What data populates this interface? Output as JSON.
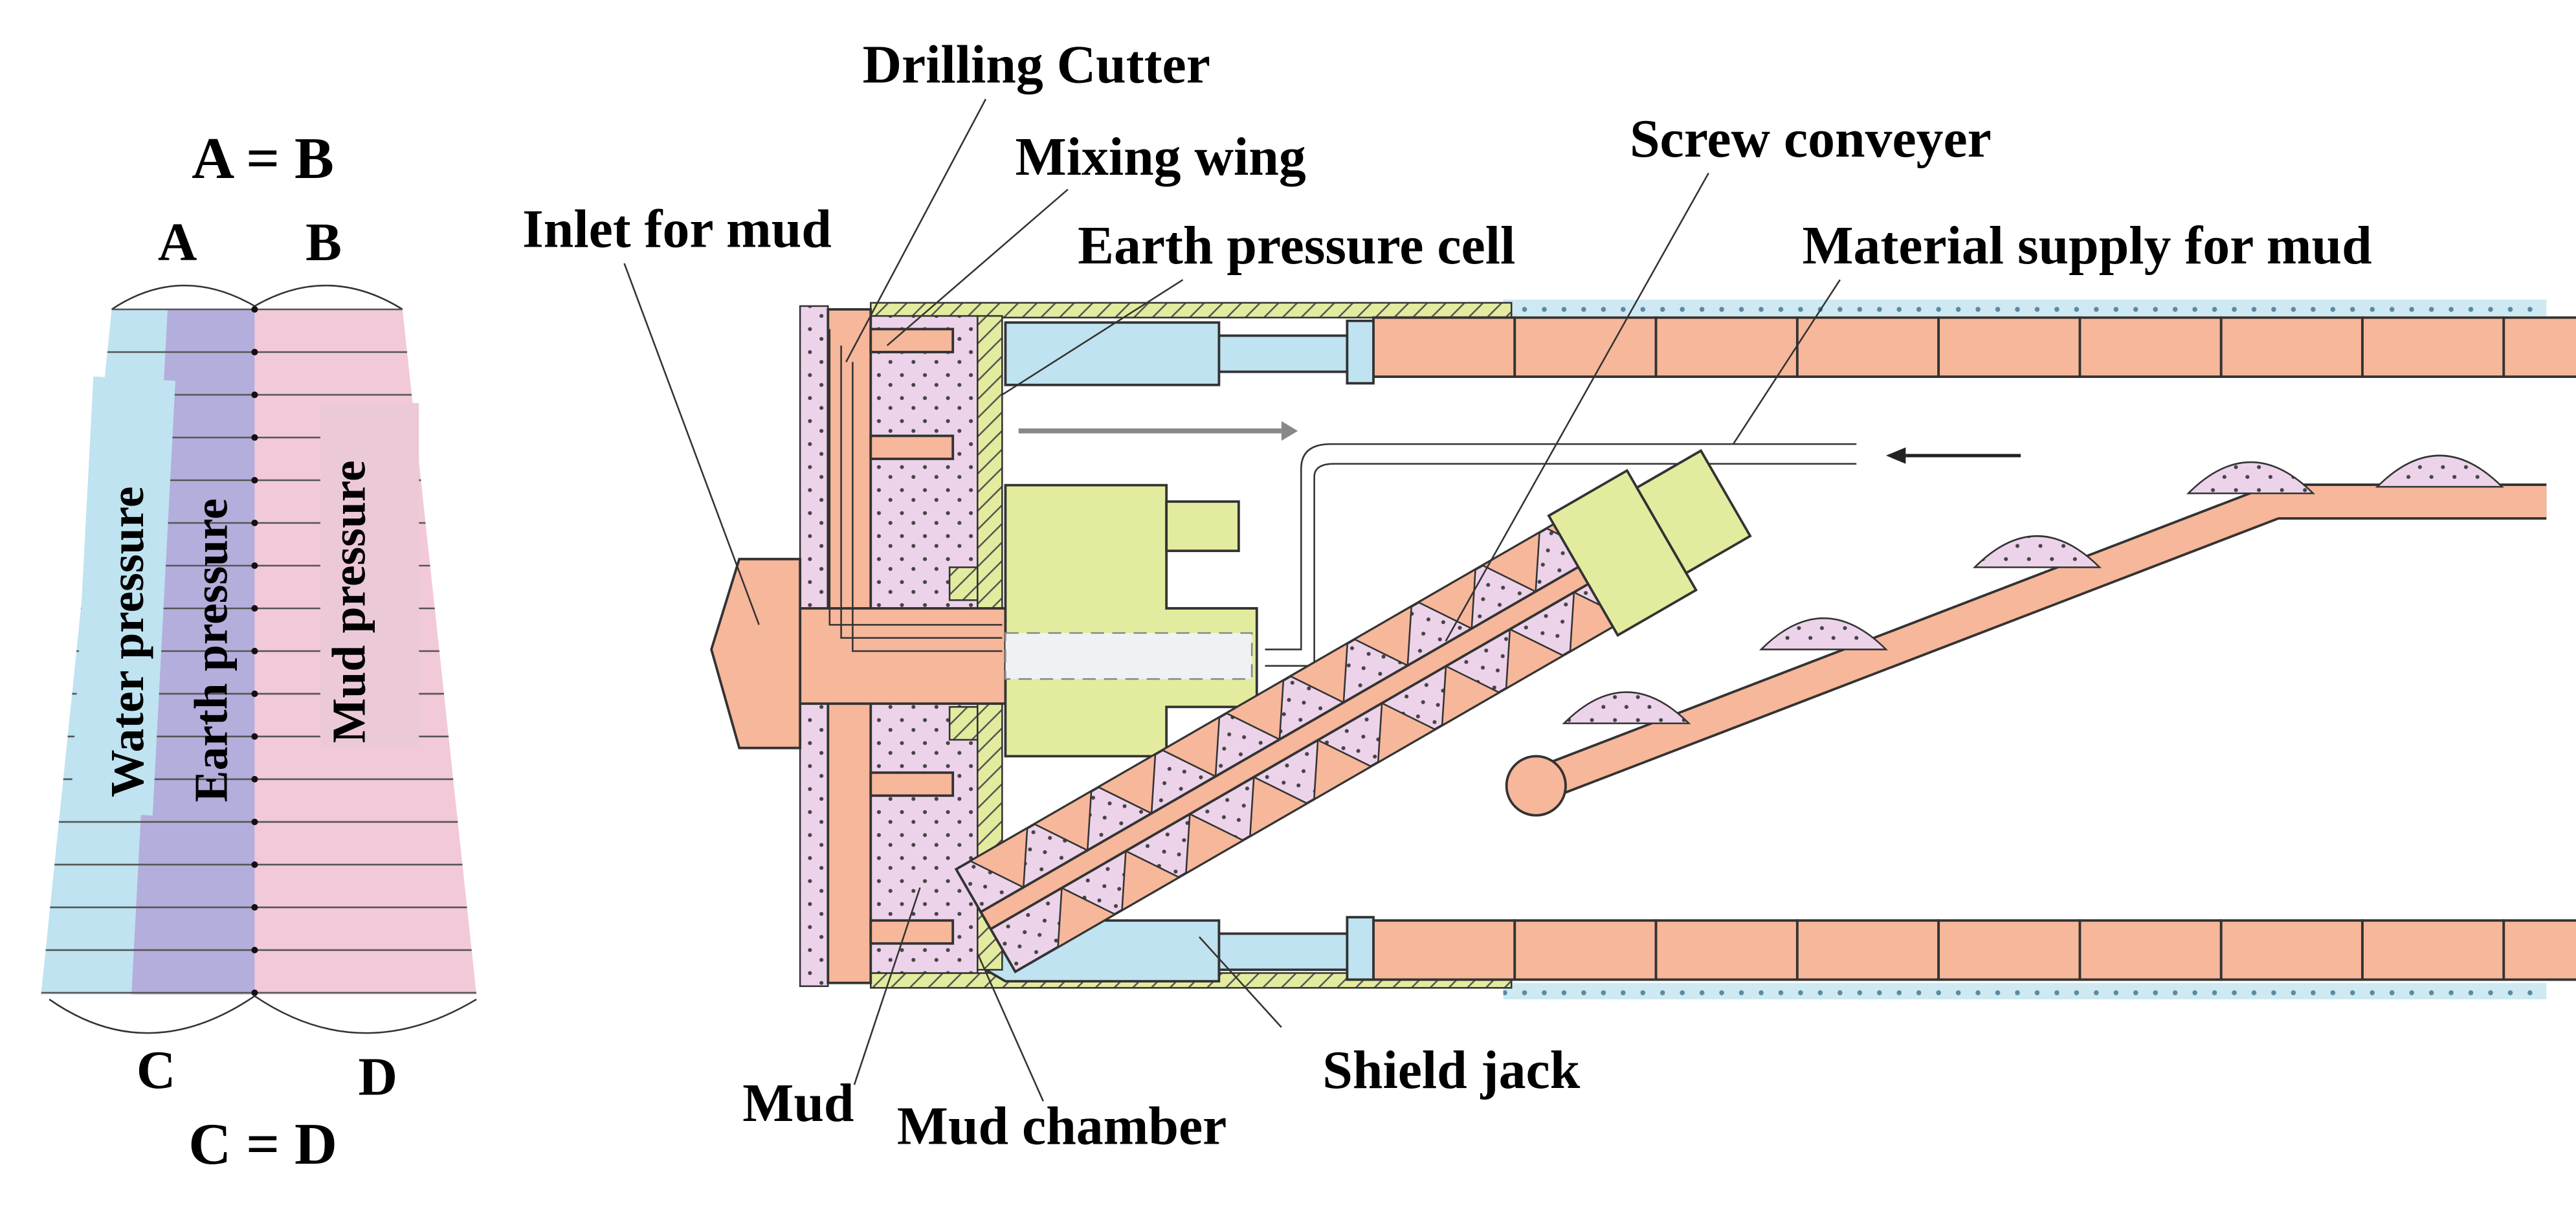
{
  "pressure_diagram": {
    "top_equation": "A = B",
    "label_a": "A",
    "label_b": "B",
    "label_c": "C",
    "label_d": "D",
    "bottom_equation": "C = D",
    "water_pressure": "Water pressure",
    "earth_pressure": "Earth pressure",
    "mud_pressure": "Mud pressure"
  },
  "machine_labels": {
    "drilling_cutter": "Drilling Cutter",
    "mixing_wing": "Mixing wing",
    "screw_conveyer": "Screw conveyer",
    "inlet_for_mud": "Inlet for mud",
    "earth_pressure_cell": "Earth pressure cell",
    "material_supply": "Material supply for mud",
    "shield_jack": "Shield jack",
    "mud": "Mud",
    "mud_chamber": "Mud chamber"
  },
  "colors": {
    "water": "#bfe3f0",
    "earth": "#b4aedc",
    "mud": "#f2c9d8",
    "segment": "#f6b79a",
    "chamber": "#ecd3ea",
    "motor": "#e3ec9e"
  }
}
